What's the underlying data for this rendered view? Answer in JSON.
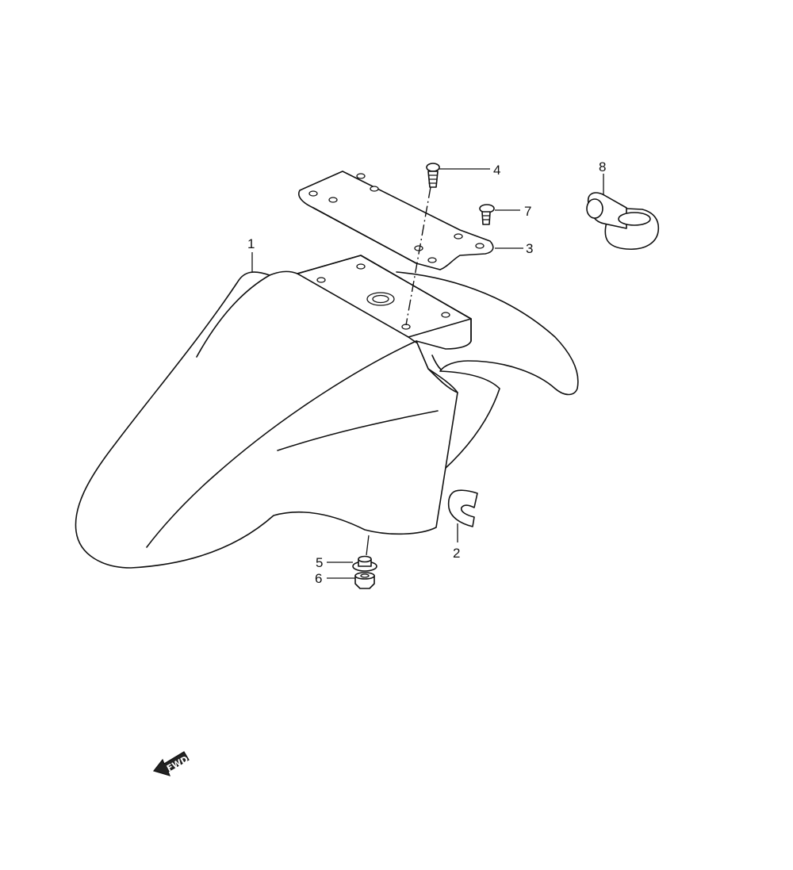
{
  "callouts": {
    "c1": "1",
    "c2": "2",
    "c3": "3",
    "c4": "4",
    "c5": "5",
    "c6": "6",
    "c7": "7",
    "c8": "8"
  },
  "fwd_label": "FWD"
}
